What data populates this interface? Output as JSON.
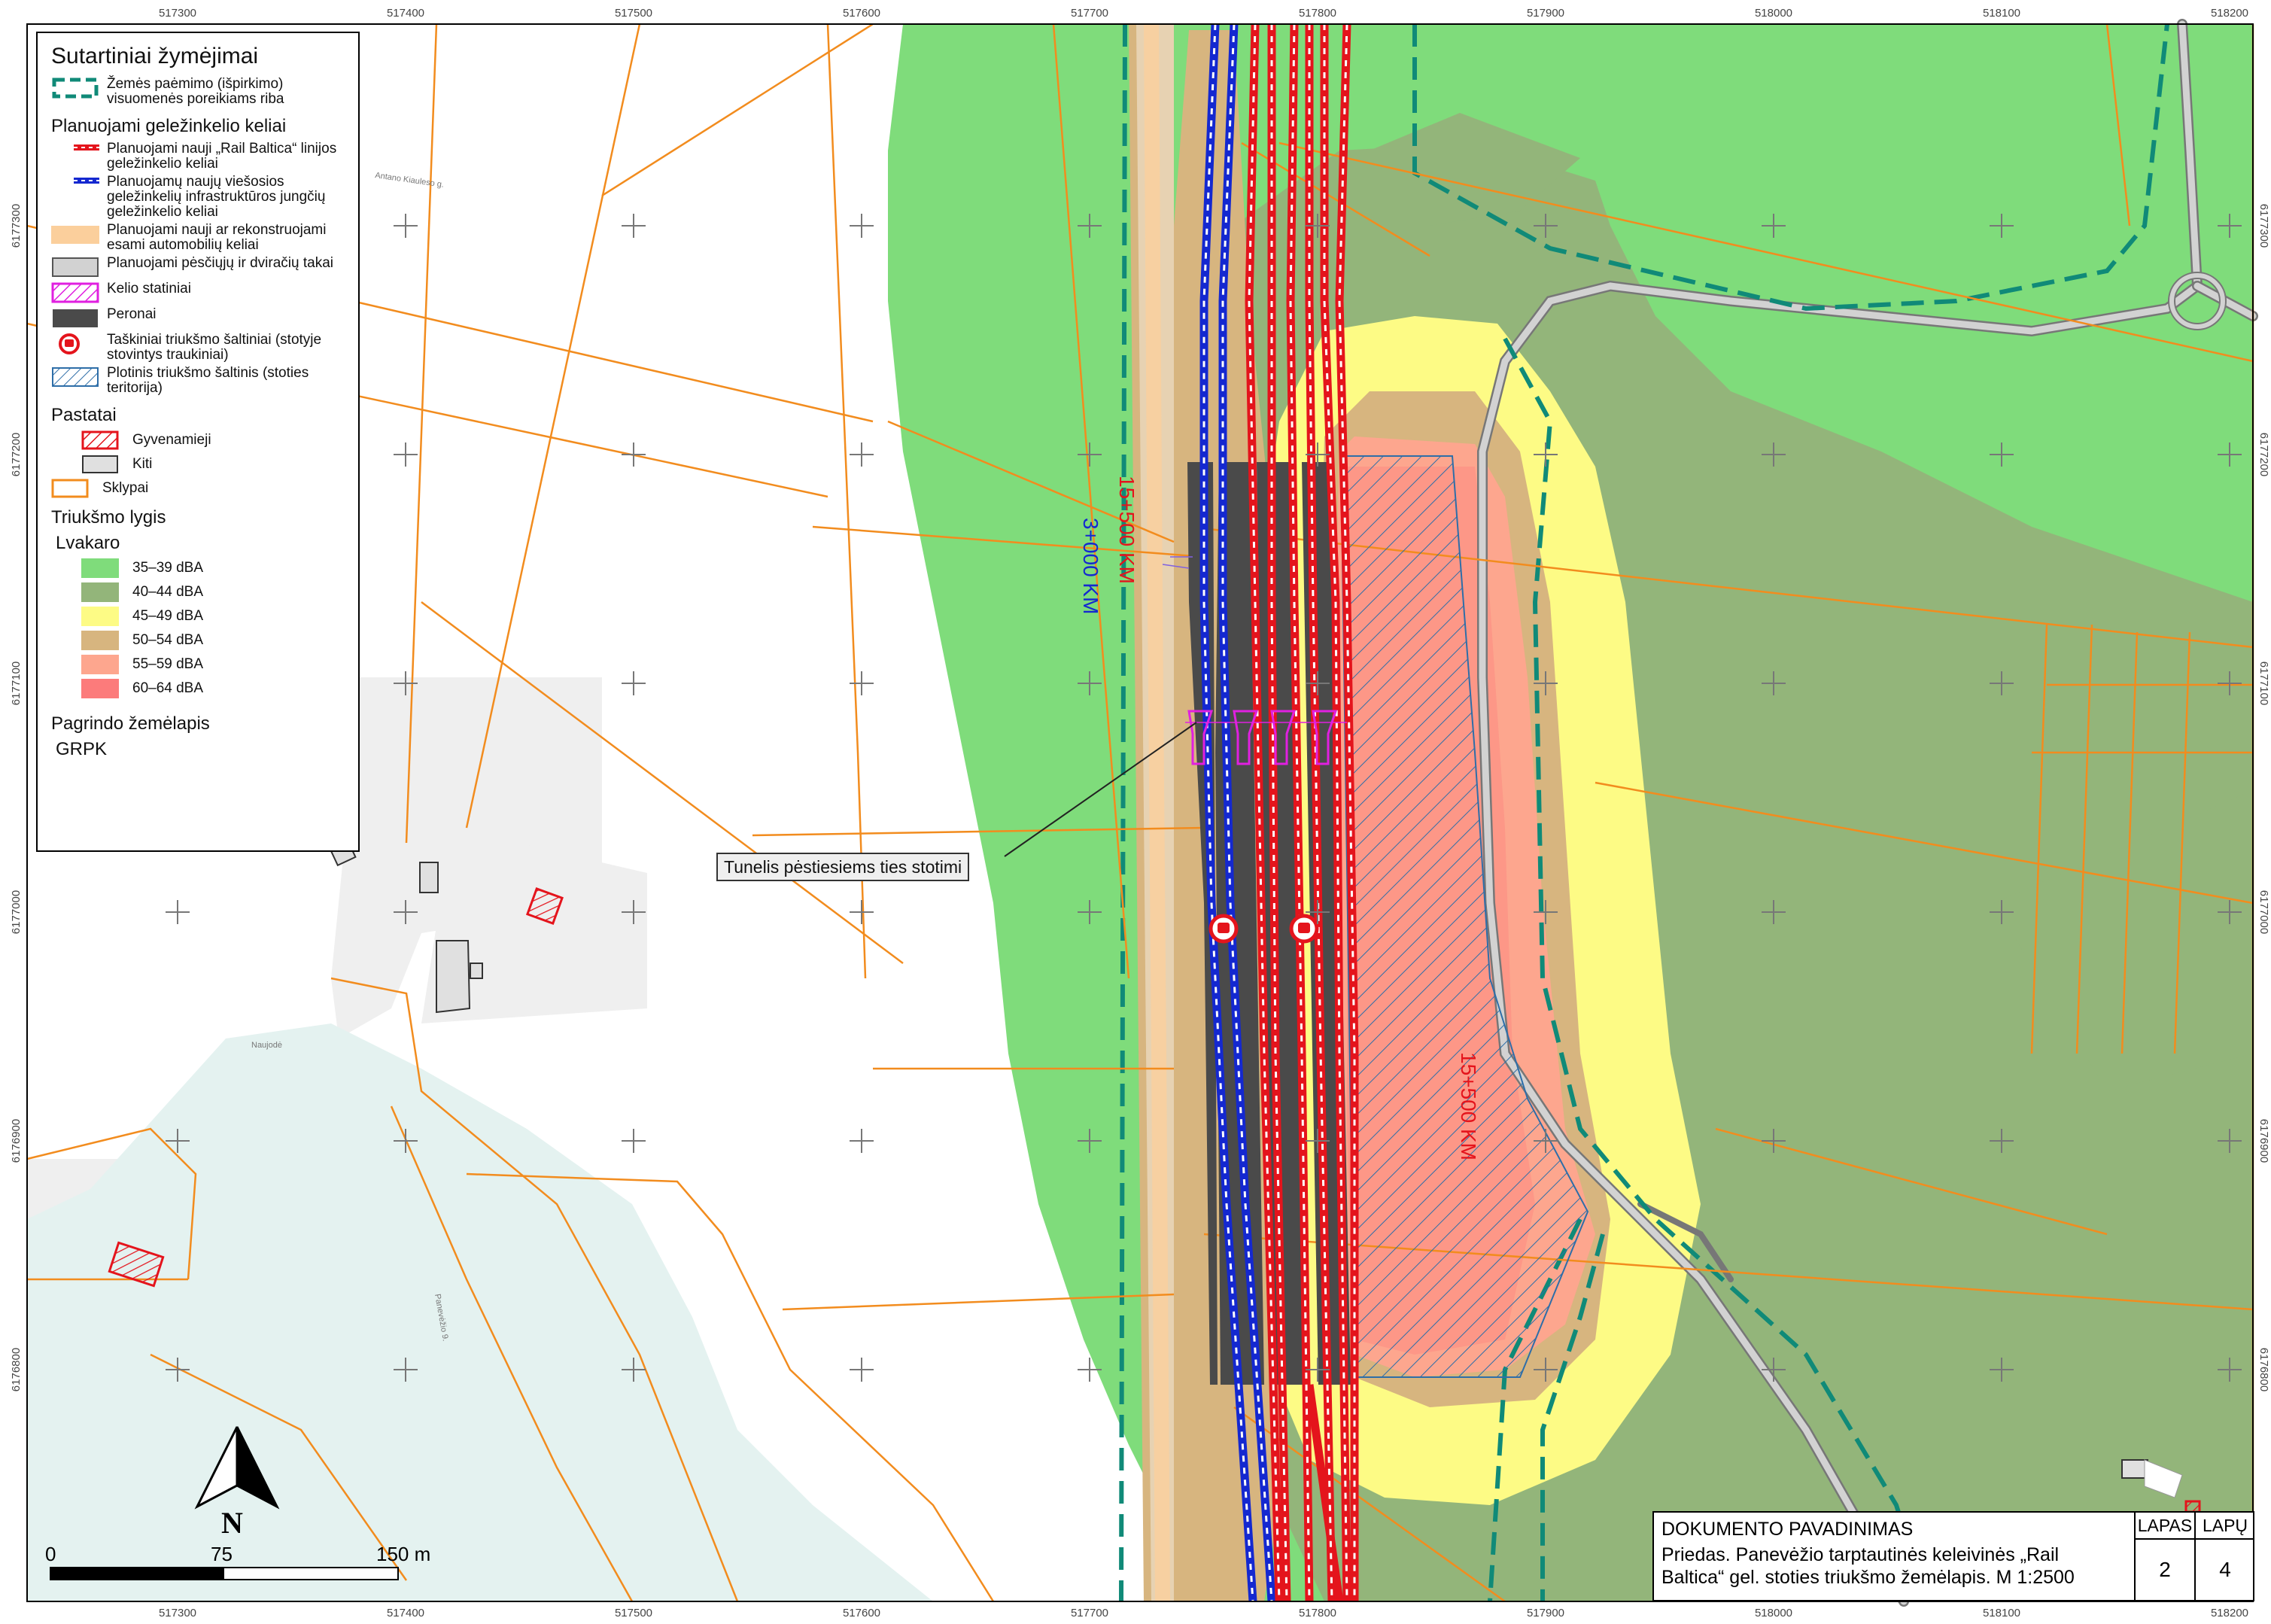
{
  "legend": {
    "title": "Sutartiniai žymėjimai",
    "land_take": "Žemės paėmimo (išpirkimo) visuomenės poreikiams riba",
    "rail_heading": "Planuojami geležinkelio keliai",
    "rail_rb": "Planuojami nauji „Rail Baltica“ linijos geležinkelio keliai",
    "rail_public": "Planuojamų naujų viešosios geležinkelių infrastruktūros jungčių geležinkelio keliai",
    "roads": "Planuojami nauji ar rekonstruojami esami automobilių keliai",
    "paths": "Planuojami pėsčiųjų ir dviračių takai",
    "bridges": "Kelio statiniai",
    "platforms": "Peronai",
    "point_noise": "Taškiniai triukšmo šaltiniai (stotyje stovintys traukiniai)",
    "area_noise": "Plotinis triukšmo šaltinis (stoties teritorija)",
    "buildings_heading": "Pastatai",
    "residential": "Gyvenamieji",
    "other": "Kiti",
    "plots": "Sklypai",
    "noise_heading": "Triukšmo lygis",
    "noise_sub": "Lvakaro",
    "noise_levels": [
      {
        "label": "35–39 dBA",
        "color": "#7fdc7b"
      },
      {
        "label": "40–44 dBA",
        "color": "#93b57a"
      },
      {
        "label": "45–49 dBA",
        "color": "#fdfb85"
      },
      {
        "label": "50–54 dBA",
        "color": "#d7b57f"
      },
      {
        "label": "55–59 dBA",
        "color": "#fda68e"
      },
      {
        "label": "60–64 dBA",
        "color": "#fc7b7b"
      }
    ],
    "basemap_heading": "Pagrindo žemėlapis",
    "basemap": "GRPK"
  },
  "map": {
    "x_coords": [
      "517300",
      "517400",
      "517500",
      "517600",
      "517700",
      "517800",
      "517900",
      "518000",
      "518100",
      "518200"
    ],
    "y_coords": [
      "6177300",
      "6177200",
      "6177100",
      "6177000",
      "6176900",
      "6176800"
    ],
    "chainage_rb_top": "15+500 KM",
    "chainage_public": "3+000 KM",
    "chainage_rb_right": "15+500 KM",
    "tunnel_label": "Tunelis pėstiesiems ties stotimi",
    "street_1": "Antano Kiauleso g.",
    "street_2": "Panevėžio 9.",
    "place": "Naujodė"
  },
  "scalebar": {
    "l0": "0",
    "l1": "75",
    "l2": "150 m"
  },
  "north": "N",
  "titleblock": {
    "name": "DOKUMENTO PAVADINIMAS",
    "desc": "Priedas. Panevėžio tarptautinės keleivinės „Rail Baltica“ gel. stoties triukšmo žemėlapis. M 1:2500",
    "lapas_label": "LAPAS",
    "lapas_value": "2",
    "lapu_label": "LAPŲ",
    "lapu_value": "4"
  },
  "colors": {
    "green1": "#7fdc7b",
    "green2": "#93b57a",
    "yellow": "#fdfb85",
    "tan": "#d7b57f",
    "salmon": "#fda68e",
    "red": "#fc7b7b",
    "plot_line": "#f28c1e",
    "rail_red": "#e4141c",
    "rail_blue": "#1428d0",
    "land_take": "#108a78",
    "platform": "#4a4a4a",
    "area_hatch": "#2e6ea8"
  }
}
